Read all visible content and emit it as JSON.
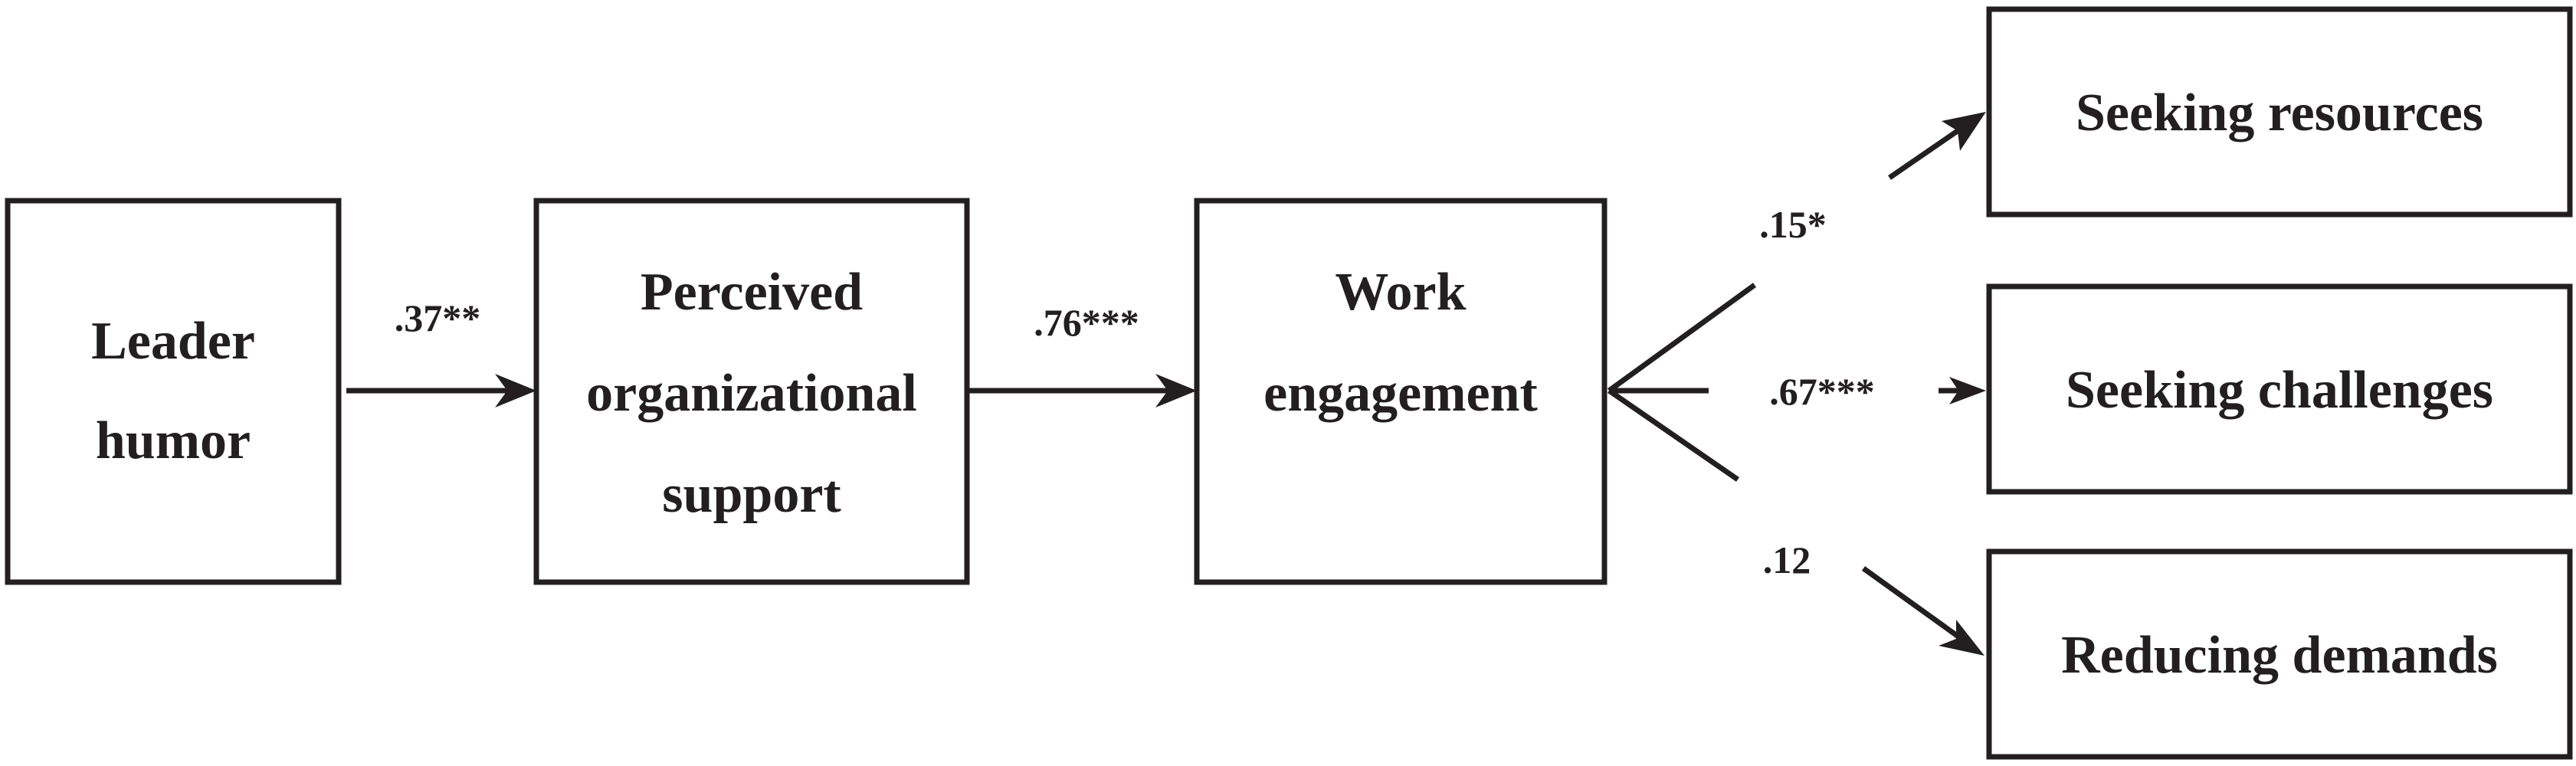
{
  "nodes": {
    "leader_humor": {
      "lines": [
        "Leader",
        "humor"
      ]
    },
    "perceived_support": {
      "lines": [
        "Perceived",
        "organizational",
        "support"
      ]
    },
    "work_engagement": {
      "lines": [
        "Work",
        "engagement"
      ]
    },
    "seeking_resources": {
      "lines": [
        "Seeking resources"
      ]
    },
    "seeking_challenges": {
      "lines": [
        "Seeking challenges"
      ]
    },
    "reducing_demands": {
      "lines": [
        "Reducing demands"
      ]
    }
  },
  "edges": {
    "humor_to_support": {
      "from": "leader_humor",
      "to": "perceived_support",
      "coefficient": ".37**"
    },
    "support_to_engagement": {
      "from": "perceived_support",
      "to": "work_engagement",
      "coefficient": ".76***"
    },
    "engagement_to_resources": {
      "from": "work_engagement",
      "to": "seeking_resources",
      "coefficient": ".15*"
    },
    "engagement_to_challenges": {
      "from": "work_engagement",
      "to": "seeking_challenges",
      "coefficient": ".67***"
    },
    "engagement_to_demands": {
      "from": "work_engagement",
      "to": "reducing_demands",
      "coefficient": ".12"
    }
  },
  "colors": {
    "stroke": "#231f20",
    "background": "#ffffff"
  }
}
